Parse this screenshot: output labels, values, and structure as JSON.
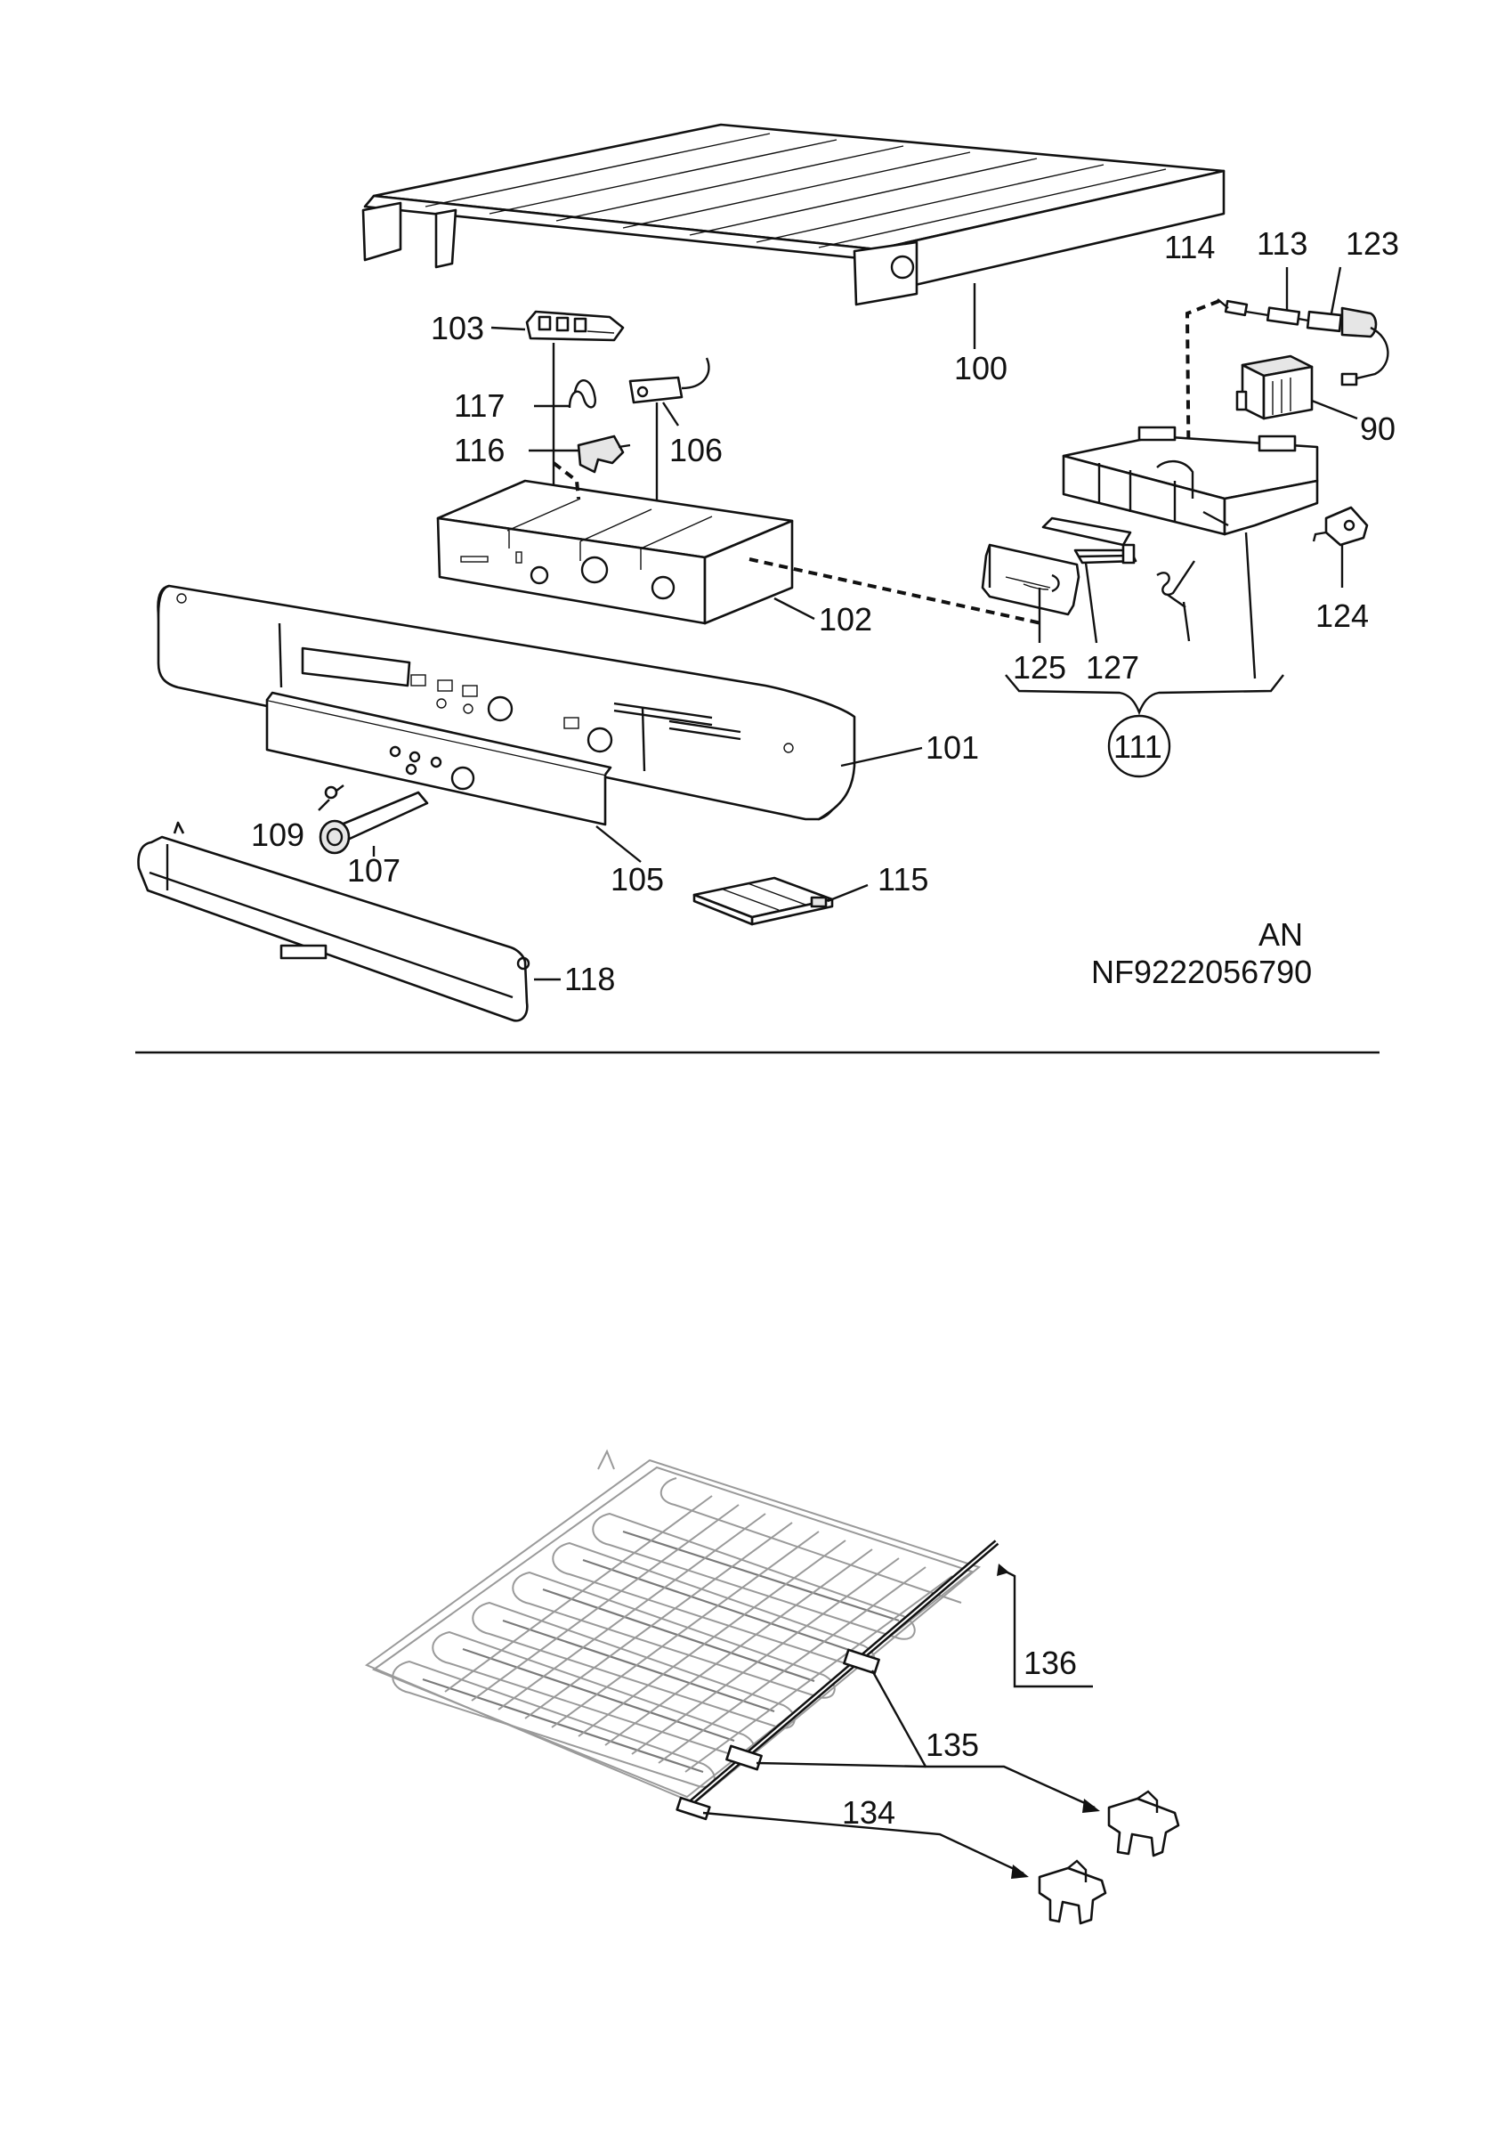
{
  "drawing": {
    "code_line_1": "AN",
    "code_line_2": "NF9222056790"
  },
  "callouts": {
    "c100": "100",
    "c101": "101",
    "c102": "102",
    "c103": "103",
    "c105": "105",
    "c106": "106",
    "c107": "107",
    "c109": "109",
    "c111": "111",
    "c113": "113",
    "c114": "114",
    "c115": "115",
    "c116": "116",
    "c117": "117",
    "c118": "118",
    "c123": "123",
    "c124": "124",
    "c125": "125",
    "c127": "127",
    "c90": "90",
    "c134": "134",
    "c135": "135",
    "c136": "136"
  }
}
